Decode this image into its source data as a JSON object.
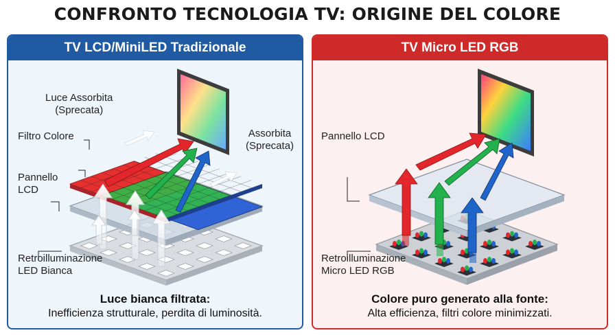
{
  "title": "CONFRONTO TECNOLOGIA TV: ORIGINE DEL COLORE",
  "left": {
    "header": "TV LCD/MiniLED Tradizionale",
    "labels": {
      "absorbed_top": [
        "Luce Assorbita",
        "(Sprecata)"
      ],
      "color_filter": "Filtro Colore",
      "absorbed_right": [
        "Assorbita",
        "(Sprecata)"
      ],
      "lcd_panel": [
        "Pannello",
        "LCD"
      ],
      "backlight": [
        "Retroilluminazione",
        "LED Bianca"
      ]
    },
    "caption_title": "Luce bianca filtrata:",
    "caption_text": "Inefficienza strutturale, perdita di luminosità."
  },
  "right": {
    "header": "TV Micro LED RGB",
    "labels": {
      "lcd_panel": "Pannello LCD",
      "backlight": [
        "Retroilluminazione",
        "Micro LED RGB"
      ]
    },
    "caption_title": "Colore puro generato alla fonte:",
    "caption_text": "Alta efficienza, filtri colore minimizzati."
  },
  "colors": {
    "left_accent": "#1f5aa3",
    "right_accent": "#cf2a2a",
    "red_light": "#e3262b",
    "green_light": "#22b14c",
    "blue_light": "#1f64c8"
  },
  "icons": [
    "tv-screen-icon",
    "light-arrow-icon"
  ]
}
